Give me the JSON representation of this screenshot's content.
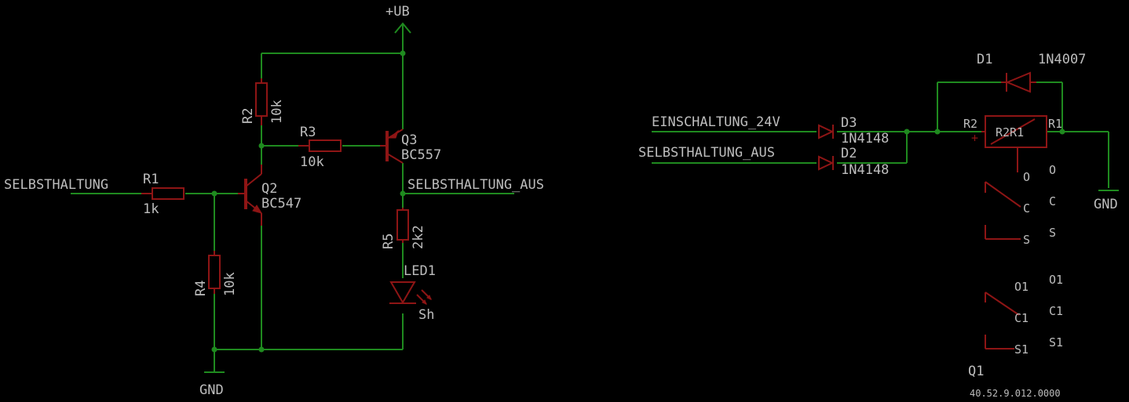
{
  "nets": {
    "supply": "+UB",
    "ground": "GND",
    "input_left": "SELBSTHALTUNG",
    "output": "SELBSTHALTUNG_AUS",
    "input_on": "EINSCHALTUNG_24V",
    "input_off": "SELBSTHALTUNG_AUS"
  },
  "parts": {
    "r1": {
      "name": "R1",
      "value": "1k"
    },
    "r2": {
      "name": "R2",
      "value": "10k"
    },
    "r3": {
      "name": "R3",
      "value": "10k"
    },
    "r4": {
      "name": "R4",
      "value": "10k"
    },
    "r5": {
      "name": "R5",
      "value": "2k2"
    },
    "q2": {
      "name": "Q2",
      "value": "BC547"
    },
    "q3": {
      "name": "Q3",
      "value": "BC557"
    },
    "led1": {
      "name": "LED1",
      "value": "Sh"
    },
    "d1": {
      "name": "D1",
      "value": "1N4007"
    },
    "d2": {
      "name": "D2",
      "value": "1N4148"
    },
    "d3": {
      "name": "D3",
      "value": "1N4148"
    },
    "relay": {
      "name": "Q1",
      "part_number": "40.52.9.012.0000",
      "coil_pin_left": "R2",
      "coil_pin_right": "R1",
      "coil_label": "R2R1",
      "coil_plus": "+",
      "contacts": [
        {
          "pin": "O",
          "label": "O"
        },
        {
          "pin": "C",
          "label": "C"
        },
        {
          "pin": "S",
          "label": "S"
        },
        {
          "pin": "O1",
          "label": "O1"
        },
        {
          "pin": "C1",
          "label": "C1"
        },
        {
          "pin": "S1",
          "label": "S1"
        }
      ]
    }
  },
  "colors": {
    "background": "#000000",
    "wire": "#1f8a1f",
    "component": "#8e1515",
    "text": "#bdbdbd"
  }
}
